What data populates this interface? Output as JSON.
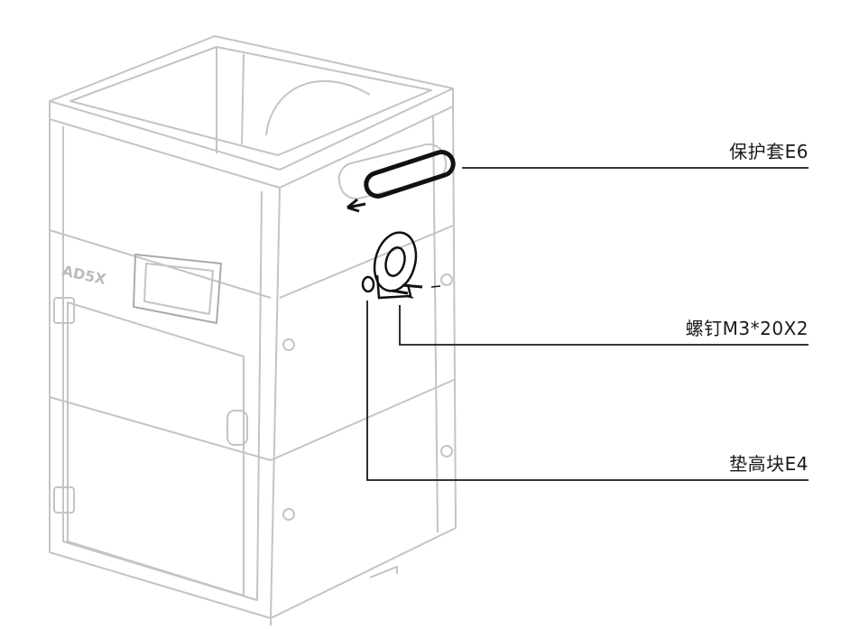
{
  "printer": {
    "model_label": "AD5X"
  },
  "callouts": [
    {
      "id": "protective-sleeve",
      "label": "保护套E6"
    },
    {
      "id": "screws",
      "label": "螺钉M3*20X2"
    },
    {
      "id": "spacer-block",
      "label": "垫高块E4"
    }
  ],
  "colors": {
    "outline": "#c8c8c8",
    "part": "#1a1a1a",
    "leader": "#1a1a1a"
  }
}
